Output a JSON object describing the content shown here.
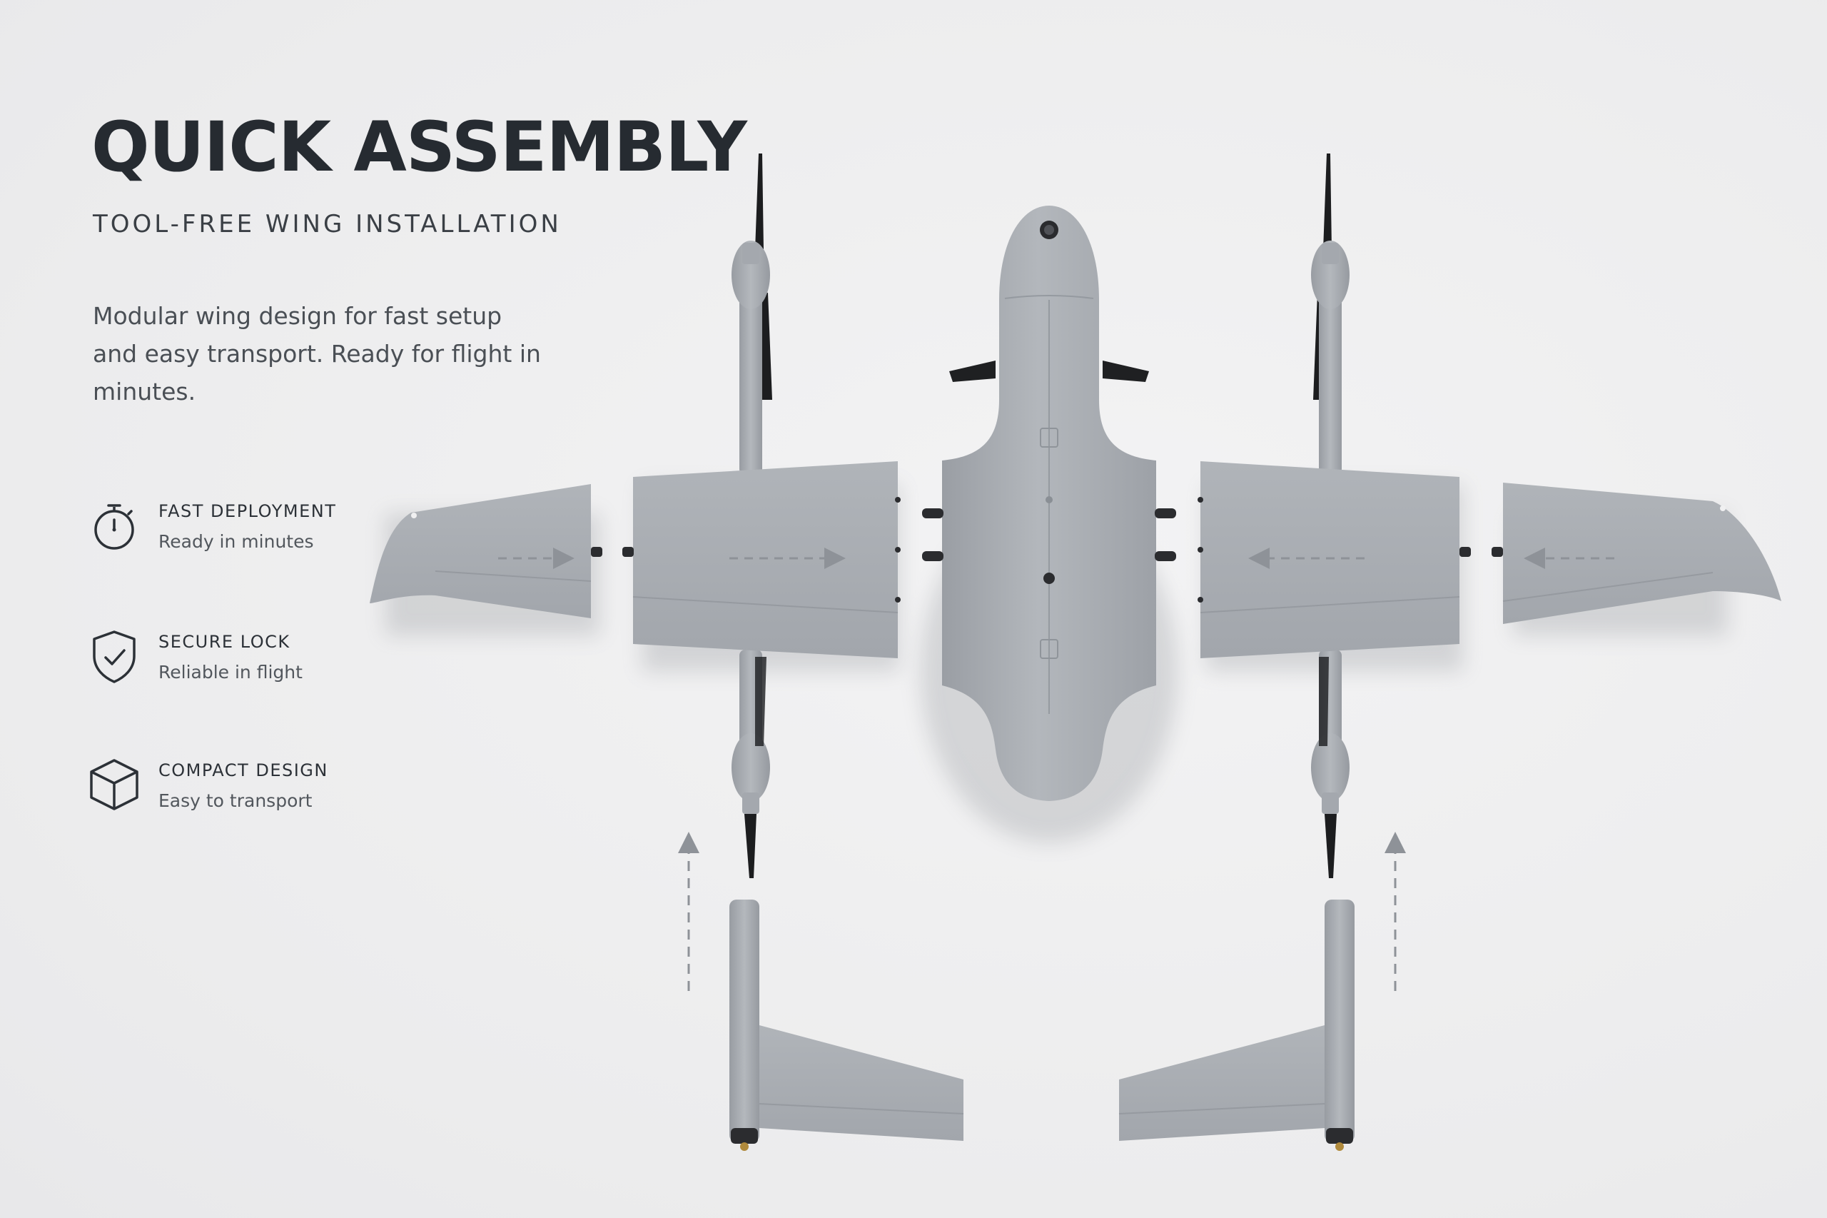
{
  "header": {
    "title": "QUICK ASSEMBLY",
    "subtitle": "TOOL-FREE WING INSTALLATION"
  },
  "description": "Modular wing design for fast setup and easy transport. Ready for flight in minutes.",
  "features": [
    {
      "icon": "stopwatch-icon",
      "title": "FAST DEPLOYMENT",
      "subtitle": "Ready in minutes"
    },
    {
      "icon": "shield-check-icon",
      "title": "SECURE LOCK",
      "subtitle": "Reliable in flight"
    },
    {
      "icon": "cube-icon",
      "title": "COMPACT DESIGN",
      "subtitle": "Easy to transport"
    }
  ],
  "colors": {
    "background": "#efeff0",
    "body_gray": "#a9adb2",
    "propeller": "#1c1d1f",
    "text_dark": "#262b31"
  }
}
